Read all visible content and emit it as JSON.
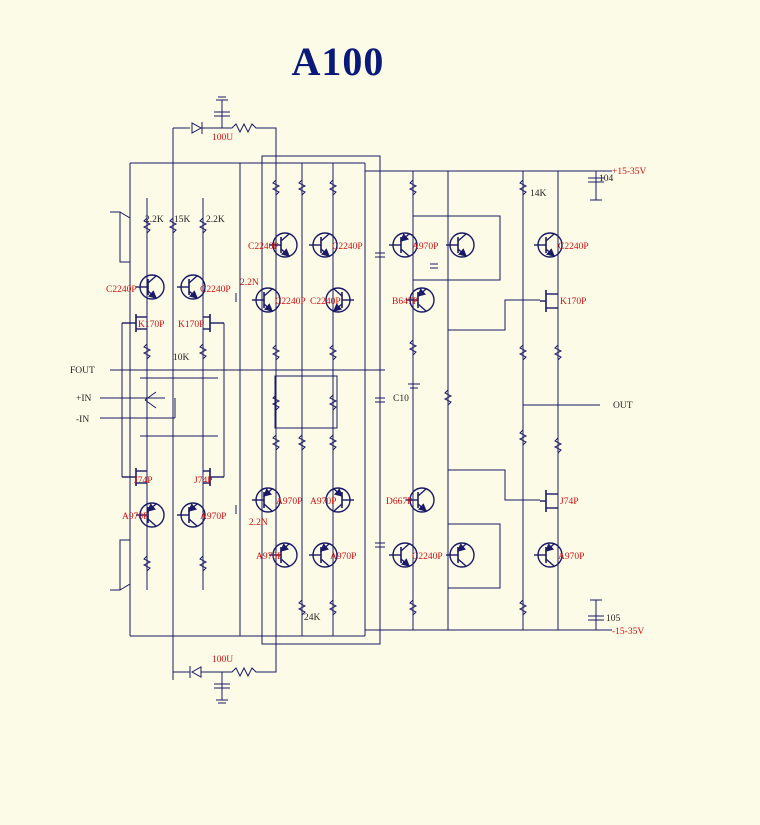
{
  "title": "A100",
  "colors": {
    "wire": "#1a1a66",
    "label": "#cc1111",
    "title": "#0a1a7a",
    "background": "#fcfbe8"
  },
  "terminals": {
    "fout": "FOUT",
    "in_plus": "+IN",
    "in_minus": "-IN",
    "out": "OUT",
    "vpos": "+15-35V",
    "vneg": "-15-35V"
  },
  "capacitors": {
    "top_filter": "100U",
    "bottom_filter": "100U",
    "comp_top": "2.2N",
    "comp_bottom": "2.2N",
    "c10": "C10",
    "rail_pos": "104",
    "rail_neg": "105"
  },
  "resistors": {
    "r1": "2.2K",
    "r2": "15K",
    "r3": "2.2K",
    "r4": "10K",
    "r5": "14K",
    "r6": "24K"
  },
  "transistors": {
    "q_in_l": "C2240P",
    "q_in_r": "C2240P",
    "j_top_l": "K170P",
    "j_top_r": "K170P",
    "j_bot_l": "J74P",
    "j_bot_r": "J74P",
    "q_inb_l": "A970P",
    "q_inb_r": "A970P",
    "q_mir1": "C2240P",
    "q_mir2": "C2240P",
    "q_mir3": "C2240P",
    "q_mir4": "C2240P",
    "q_bmir1": "A970P",
    "q_bmir2": "A970P",
    "q_bmir3": "A970P",
    "q_bmir4": "A970P",
    "q_vas_top": "A970P",
    "q_drv_top": "B647P",
    "q_vas_bot": "C2240P",
    "q_drv_bot": "D667P",
    "q_out_top_bjt": "C2240P",
    "q_out_top_fet": "K170P",
    "q_out_bot_fet": "J74P",
    "q_out_bot_bjt": "A970P"
  }
}
